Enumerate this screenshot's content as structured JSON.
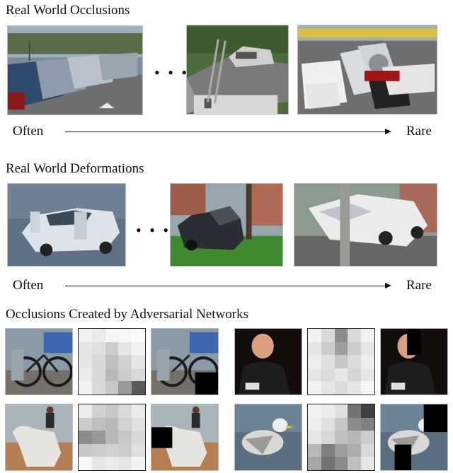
{
  "sections": {
    "occlusions_title": "Real World Occlusions",
    "deformations_title": "Real World Deformations",
    "adversarial_title": "Occlusions Created by Adversarial Networks"
  },
  "scale": {
    "often": "Often",
    "rare": "Rare",
    "ellipsis": "• • •"
  },
  "heatmaps": {
    "bike": [
      [
        0.95,
        0.92,
        0.96,
        0.97,
        0.98
      ],
      [
        0.9,
        0.88,
        0.8,
        0.9,
        0.95
      ],
      [
        0.9,
        0.85,
        0.75,
        0.82,
        0.9
      ],
      [
        0.92,
        0.85,
        0.72,
        0.8,
        0.85
      ],
      [
        0.95,
        0.85,
        0.78,
        0.6,
        0.35
      ]
    ],
    "man": [
      [
        0.95,
        0.85,
        0.55,
        0.85,
        0.95
      ],
      [
        0.9,
        0.8,
        0.62,
        0.8,
        0.9
      ],
      [
        0.93,
        0.88,
        0.78,
        0.86,
        0.93
      ],
      [
        0.9,
        0.86,
        0.9,
        0.84,
        0.9
      ],
      [
        0.95,
        0.9,
        0.86,
        0.9,
        0.96
      ]
    ],
    "horse": [
      [
        0.92,
        0.82,
        0.78,
        0.85,
        0.92
      ],
      [
        0.8,
        0.75,
        0.72,
        0.82,
        0.88
      ],
      [
        0.55,
        0.6,
        0.72,
        0.78,
        0.85
      ],
      [
        0.78,
        0.8,
        0.82,
        0.8,
        0.88
      ],
      [
        0.97,
        0.9,
        0.92,
        0.9,
        0.95
      ]
    ],
    "bird": [
      [
        0.95,
        0.92,
        0.88,
        0.45,
        0.25
      ],
      [
        0.93,
        0.88,
        0.78,
        0.55,
        0.5
      ],
      [
        0.9,
        0.85,
        0.75,
        0.72,
        0.8
      ],
      [
        0.72,
        0.5,
        0.62,
        0.68,
        0.85
      ],
      [
        0.65,
        0.45,
        0.55,
        0.75,
        0.9
      ]
    ]
  }
}
